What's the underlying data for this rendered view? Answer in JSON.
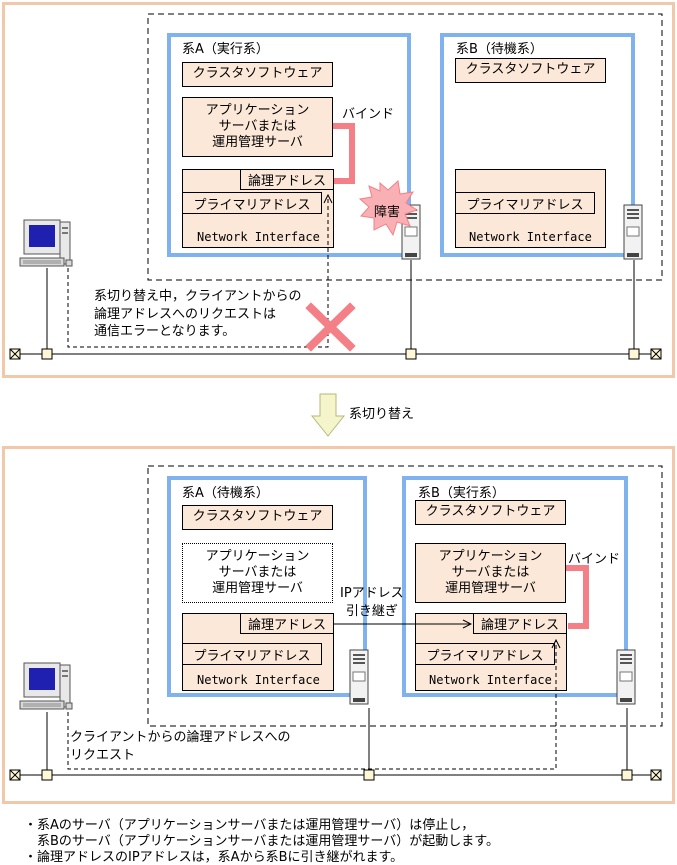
{
  "top": {
    "system_a_title": "系A（実行系）",
    "system_b_title": "系B（待機系）",
    "cluster_software": "クラスタソフトウェア",
    "app_server": "アプリケーション\nサーバまたは\n運用管理サーバ",
    "logical_address": "論理アドレス",
    "primary_address": "プライマリアドレス",
    "network_interface": "Network Interface",
    "bind_label": "バインド",
    "failure_label": "障害",
    "client_note": "系切り替え中，クライアントからの\n論理アドレスへのリクエストは\n通信エラーとなります。"
  },
  "transition_label": "系切り替え",
  "bottom": {
    "system_a_title": "系A（待機系）",
    "system_b_title": "系B（実行系）",
    "cluster_software": "クラスタソフトウェア",
    "app_server": "アプリケーション\nサーバまたは\n運用管理サーバ",
    "logical_address": "論理アドレス",
    "primary_address": "プライマリアドレス",
    "network_interface": "Network Interface",
    "bind_label": "バインド",
    "ip_takeover_label": "IPアドレス\n引き継ぎ",
    "client_note": "クライアントからの論理アドレスへの\nリクエスト"
  },
  "footnotes": [
    "・系Aのサーバ（アプリケーションサーバまたは運用管理サーバ）は停止し，",
    "　系Bのサーバ（アプリケーションサーバまたは運用管理サーバ）が起動します。",
    "・論理アドレスのIPアドレスは，系Aから系Bに引き継がれます。"
  ],
  "colors": {
    "panel_border": "#f2c9a8",
    "system_border": "#7fb2ee",
    "component_fill": "#fbe8d9",
    "bind_bar": "#f47f86",
    "failure_burst": "#f9b0b5",
    "cross_mark": "#f47f86",
    "arrow_fill": "#f5f5cc"
  },
  "icons": [
    "client-pc-icon",
    "server-tower-icon",
    "failure-burst-icon",
    "error-cross-icon",
    "terminator-icon",
    "network-node-icon",
    "down-arrow-icon"
  ]
}
